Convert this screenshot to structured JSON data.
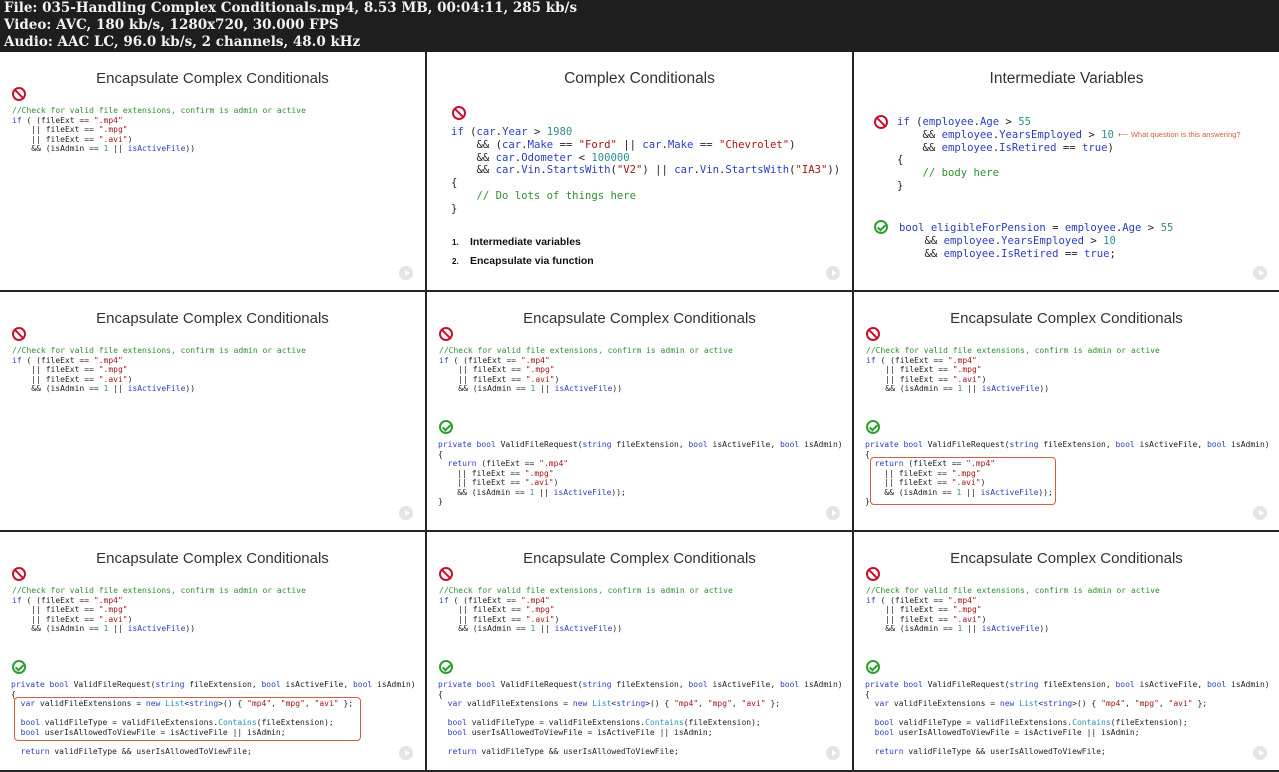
{
  "header": {
    "file_line": "File: 035-Handling Complex Conditionals.mp4, 8.53 MB, 00:04:11, 285 kb/s",
    "video_line": "Video: AVC, 180 kb/s, 1280x720, 30.000 FPS",
    "audio_line": "Audio: AAC LC, 96.0 kb/s, 2 channels, 48.0 kHz"
  },
  "slides": {
    "s1": {
      "title": "Encapsulate Complex Conditionals"
    },
    "s2": {
      "title": "Complex Conditionals",
      "items": [
        {
          "num": "1.",
          "label": "Intermediate variables"
        },
        {
          "num": "2.",
          "label": "Encapsulate via function"
        }
      ]
    },
    "s3": {
      "title": "Intermediate Variables",
      "annotation": "What question is this answering?"
    },
    "s4": {
      "title": "Encapsulate Complex Conditionals"
    },
    "s5": {
      "title": "Encapsulate Complex Conditionals"
    },
    "s6": {
      "title": "Encapsulate Complex Conditionals"
    },
    "s7": {
      "title": "Encapsulate Complex Conditionals"
    },
    "s8": {
      "title": "Encapsulate Complex Conditionals"
    },
    "s9": {
      "title": "Encapsulate Complex Conditionals"
    }
  },
  "code": {
    "comment": "//Check for valid file extensions, confirm is admin or active",
    "signature": "private bool ValidFileRequest(string fileExtension, bool isActiveFile, bool isAdmin)",
    "list_decl": "var validFileExtensions = new List<string>() { \"mp4\", \"mpg\", \"avi\" };"
  },
  "icons": {
    "bad": "prohibited-icon",
    "good": "checkmark-icon",
    "play": "play-icon"
  },
  "colors": {
    "keyword": "#2b3fbf",
    "string": "#a31515",
    "comment": "#2f8f2f",
    "highlight_border": "#d2603a",
    "prohibited": "#c8102e",
    "check": "#2e9e2e"
  }
}
